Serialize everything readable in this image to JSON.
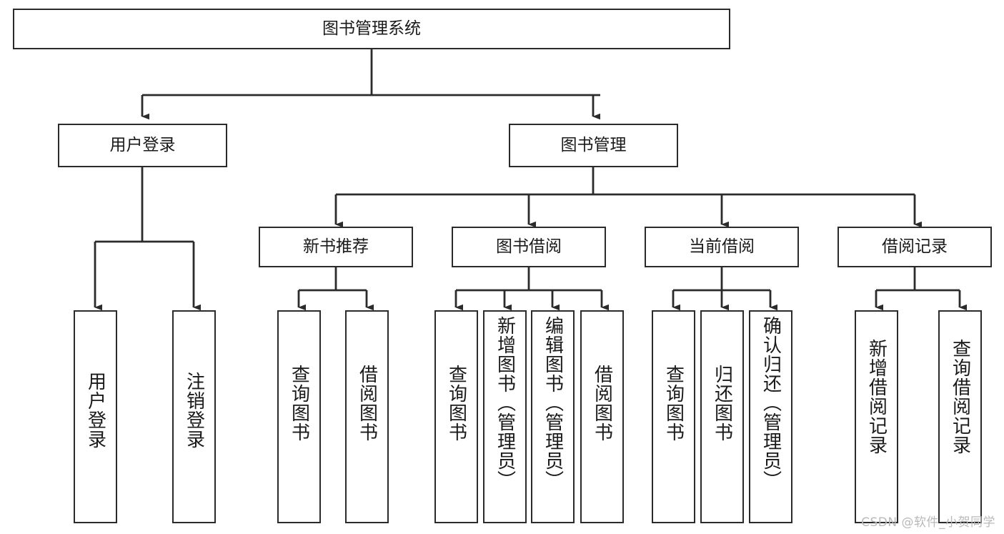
{
  "diagram": {
    "title": "图书管理系统",
    "type": "function-tree",
    "watermark": "CSDN @软件_小贺同学",
    "colors": {
      "stroke": "#2b2b2b",
      "background": "#ffffff",
      "text": "#1a1a1a",
      "watermark": "#b9b9b9"
    },
    "levels": {
      "root": {
        "label": "图书管理系统"
      },
      "level1": [
        {
          "id": "user-login",
          "label": "用户登录"
        },
        {
          "id": "book-management",
          "label": "图书管理"
        }
      ],
      "level2": [
        {
          "id": "new-book-recommend",
          "label": "新书推荐",
          "parent": "book-management"
        },
        {
          "id": "book-borrow",
          "label": "图书借阅",
          "parent": "book-management"
        },
        {
          "id": "current-borrow",
          "label": "当前借阅",
          "parent": "book-management"
        },
        {
          "id": "borrow-record",
          "label": "借阅记录",
          "parent": "book-management"
        }
      ],
      "leaves": [
        {
          "id": "leaf-user-login",
          "label": "用户登录",
          "parent": "user-login"
        },
        {
          "id": "leaf-logout",
          "label": "注销登录",
          "parent": "user-login"
        },
        {
          "id": "leaf-query-book-1",
          "label": "查询图书",
          "parent": "new-book-recommend"
        },
        {
          "id": "leaf-borrow-book-1",
          "label": "借阅图书",
          "parent": "new-book-recommend"
        },
        {
          "id": "leaf-query-book-2",
          "label": "查询图书",
          "parent": "book-borrow"
        },
        {
          "id": "leaf-add-book",
          "label": "新增图书（管理员）",
          "parent": "book-borrow"
        },
        {
          "id": "leaf-edit-book",
          "label": "编辑图书（管理员）",
          "parent": "book-borrow"
        },
        {
          "id": "leaf-borrow-book-2",
          "label": "借阅图书",
          "parent": "book-borrow"
        },
        {
          "id": "leaf-query-book-3",
          "label": "查询图书",
          "parent": "current-borrow"
        },
        {
          "id": "leaf-return-book",
          "label": "归还图书",
          "parent": "current-borrow"
        },
        {
          "id": "leaf-confirm-return",
          "label": "确认归还（管理员）",
          "parent": "current-borrow"
        },
        {
          "id": "leaf-add-record",
          "label": "新增借阅记录",
          "parent": "borrow-record"
        },
        {
          "id": "leaf-query-record",
          "label": "查询借阅记录",
          "parent": "borrow-record"
        }
      ]
    }
  }
}
